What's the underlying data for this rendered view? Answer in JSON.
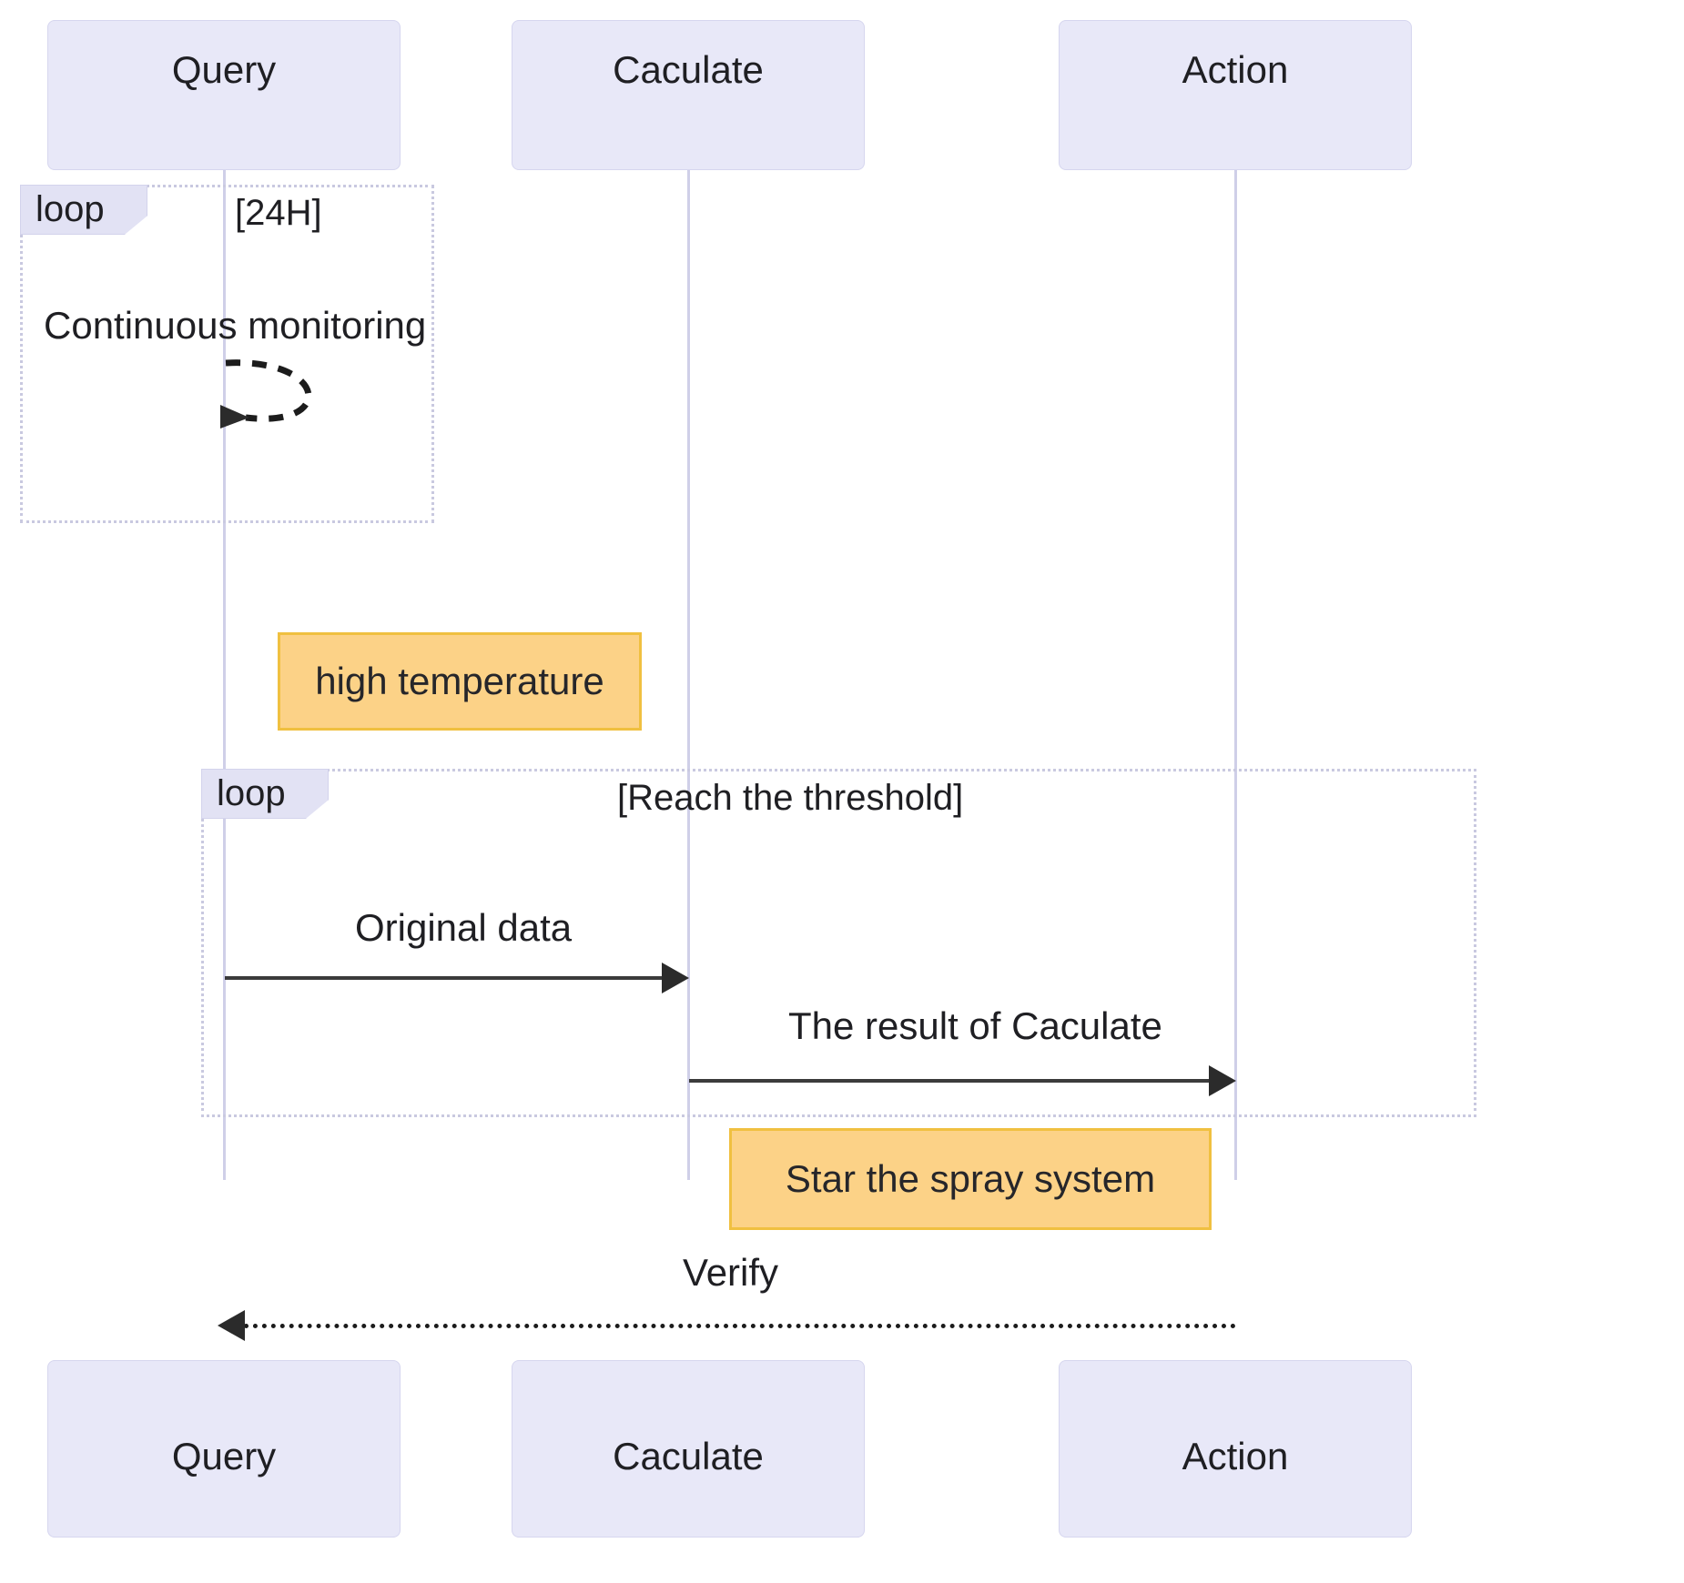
{
  "diagram": {
    "type": "sequence-diagram",
    "participants": [
      {
        "id": "query",
        "label": "Query"
      },
      {
        "id": "caculate",
        "label": "Caculate"
      },
      {
        "id": "action",
        "label": "Action"
      }
    ],
    "participants_bottom": [
      {
        "id": "query",
        "label": "Query"
      },
      {
        "id": "caculate",
        "label": "Caculate"
      },
      {
        "id": "action",
        "label": "Action"
      }
    ],
    "fragments": [
      {
        "id": "loop-24h",
        "kind": "loop",
        "condition": "[24H]"
      },
      {
        "id": "loop-threshold",
        "kind": "loop",
        "condition": "[Reach the threshold]"
      }
    ],
    "messages": [
      {
        "id": "continuous-monitoring",
        "label": "Continuous monitoring",
        "from": "query",
        "to": "query",
        "style": "dashed",
        "self": true
      },
      {
        "id": "original-data",
        "label": "Original data",
        "from": "query",
        "to": "caculate",
        "style": "solid"
      },
      {
        "id": "result-of-caculate",
        "label": "The result of Caculate",
        "from": "caculate",
        "to": "action",
        "style": "solid"
      },
      {
        "id": "verify",
        "label": "Verify",
        "from": "action",
        "to": "query",
        "style": "dashed"
      }
    ],
    "notes": [
      {
        "id": "note-high-temperature",
        "label": "high temperature",
        "over": "query-caculate"
      },
      {
        "id": "note-spray-system",
        "label": "Star the spray system",
        "over": "caculate-action"
      }
    ],
    "colors": {
      "participant_fill": "#e8e8f8",
      "participant_border": "#d6d6ef",
      "lifeline": "#cfcfe8",
      "note_fill": "#fcd287",
      "note_border": "#f0c040",
      "frame_border": "#c9c9e0",
      "frame_tab_fill": "#e2e2f4",
      "message": "#2b2b2b",
      "text": "#1f1f23"
    }
  }
}
